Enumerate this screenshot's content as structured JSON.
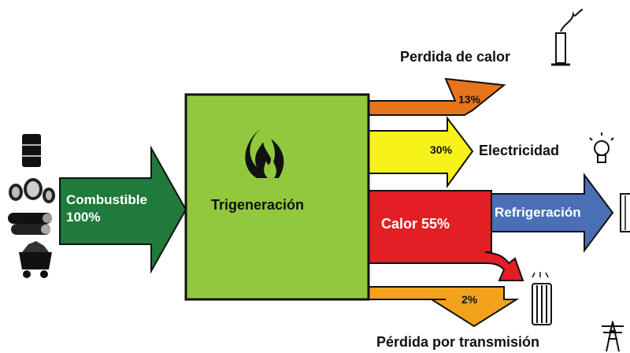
{
  "diagram": {
    "input": {
      "label_line1": "Combustible",
      "label_line2": "100%",
      "color": "#1f7a3c"
    },
    "center": {
      "label": "Trigeneración",
      "color": "#92c83e"
    },
    "outputs": {
      "heat_loss": {
        "percent": "13%",
        "label": "Perdida de calor",
        "color": "#e8751c"
      },
      "electricity": {
        "percent": "30%",
        "label": "Electricidad",
        "color": "#f7f21a"
      },
      "heat": {
        "label": "Calor 55%",
        "color": "#e31e24"
      },
      "refrigeration": {
        "label": "Refrigeración",
        "color": "#4a6fb5"
      },
      "transmission_loss": {
        "percent": "2%",
        "label": "Pérdida por transmisión",
        "color": "#f3a21c"
      }
    }
  },
  "icons": [
    "oil-barrel-icon",
    "gas-pipe-icon",
    "logs-icon",
    "coal-cart-icon",
    "flame-icon",
    "chimney-icon",
    "lightbulb-icon",
    "radiator-icon",
    "power-tower-icon"
  ]
}
